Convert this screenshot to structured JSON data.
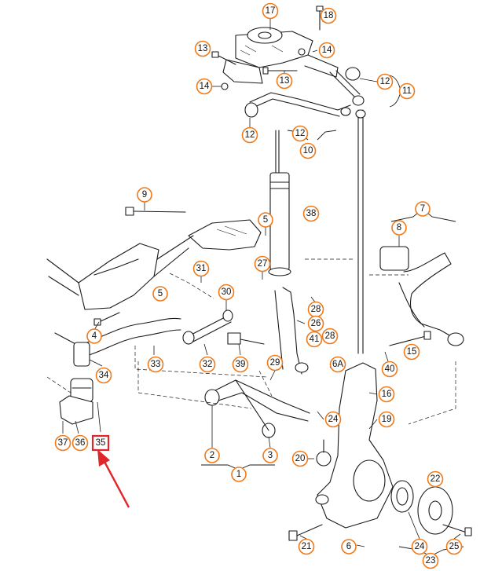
{
  "colors": {
    "label_ring": "#f07a1a",
    "highlight": "#e0262b",
    "line": "#1a1a1a"
  },
  "highlighted_part": "35",
  "labels": [
    {
      "id": "17",
      "text": "17"
    },
    {
      "id": "18",
      "text": "18"
    },
    {
      "id": "13a",
      "text": "13"
    },
    {
      "id": "14a",
      "text": "14"
    },
    {
      "id": "13b",
      "text": "13"
    },
    {
      "id": "14b",
      "text": "14"
    },
    {
      "id": "12a",
      "text": "12"
    },
    {
      "id": "11",
      "text": "11"
    },
    {
      "id": "12b",
      "text": "12"
    },
    {
      "id": "12c",
      "text": "12"
    },
    {
      "id": "10",
      "text": "10"
    },
    {
      "id": "9",
      "text": "9"
    },
    {
      "id": "38",
      "text": "38"
    },
    {
      "id": "5a",
      "text": "5"
    },
    {
      "id": "7",
      "text": "7"
    },
    {
      "id": "8",
      "text": "8"
    },
    {
      "id": "27",
      "text": "27"
    },
    {
      "id": "31",
      "text": "31"
    },
    {
      "id": "5b",
      "text": "5"
    },
    {
      "id": "30",
      "text": "30"
    },
    {
      "id": "28a",
      "text": "28"
    },
    {
      "id": "26",
      "text": "26"
    },
    {
      "id": "4",
      "text": "4"
    },
    {
      "id": "28b",
      "text": "28"
    },
    {
      "id": "41",
      "text": "41"
    },
    {
      "id": "15",
      "text": "15"
    },
    {
      "id": "33",
      "text": "33"
    },
    {
      "id": "32",
      "text": "32"
    },
    {
      "id": "39",
      "text": "39"
    },
    {
      "id": "29",
      "text": "29"
    },
    {
      "id": "6A",
      "text": "6A"
    },
    {
      "id": "40",
      "text": "40"
    },
    {
      "id": "34",
      "text": "34"
    },
    {
      "id": "16",
      "text": "16"
    },
    {
      "id": "19",
      "text": "19"
    },
    {
      "id": "24a",
      "text": "24"
    },
    {
      "id": "37",
      "text": "37"
    },
    {
      "id": "36",
      "text": "36"
    },
    {
      "id": "35",
      "text": "35"
    },
    {
      "id": "2",
      "text": "2"
    },
    {
      "id": "3",
      "text": "3"
    },
    {
      "id": "20",
      "text": "20"
    },
    {
      "id": "1",
      "text": "1"
    },
    {
      "id": "22",
      "text": "22"
    },
    {
      "id": "21",
      "text": "21"
    },
    {
      "id": "6b",
      "text": "6"
    },
    {
      "id": "24b",
      "text": "24"
    },
    {
      "id": "25",
      "text": "25"
    },
    {
      "id": "23",
      "text": "23"
    }
  ]
}
